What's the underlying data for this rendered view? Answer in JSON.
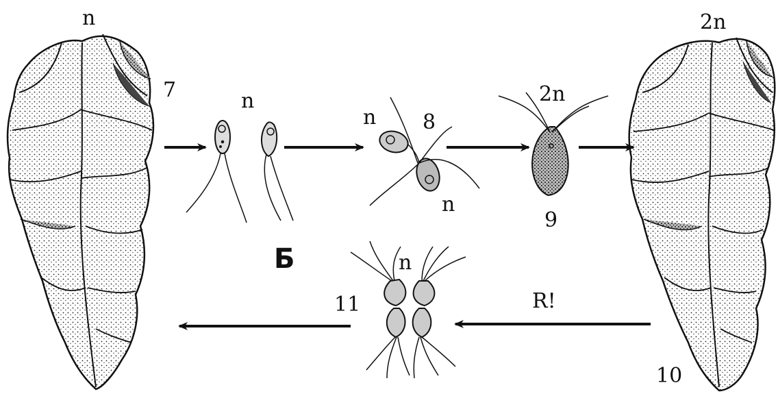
{
  "labels": {
    "thallus_left_ploidy": "n",
    "step_7": "7",
    "gametes_ploidy": "n",
    "fusing_gamete_top": "n",
    "step_8": "8",
    "fusing_gamete_bottom": "n",
    "zygote_ploidy": "2n",
    "step_9": "9",
    "thallus_right_ploidy": "2n",
    "step_10": "10",
    "meiosis": "R!",
    "zoospores_ploidy": "n",
    "step_11": "11",
    "panel_letter": "Б"
  },
  "colors": {
    "ink": "#111111",
    "background": "#ffffff",
    "stipple": "#2a2a2a"
  }
}
